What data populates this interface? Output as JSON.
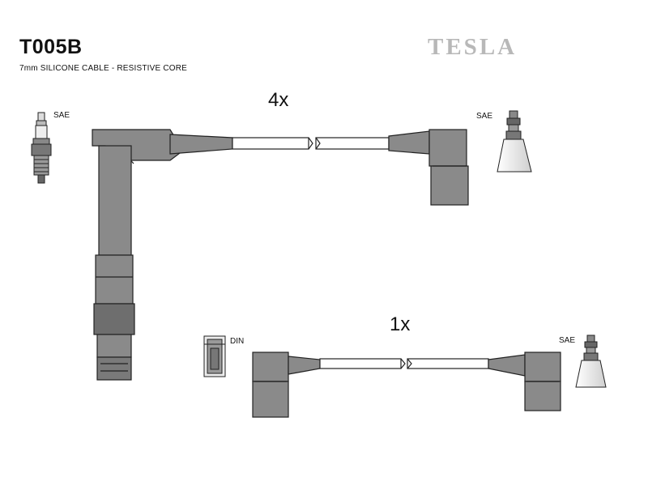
{
  "header": {
    "part_number": "T005B",
    "description": "7mm SILICONE CABLE - RESISTIVE CORE",
    "brand": "TESLA"
  },
  "quantities": {
    "top_lead": "4x",
    "bottom_lead": "1x"
  },
  "labels": {
    "spark_plug_terminal": "SAE",
    "coil_terminal_top": "SAE",
    "distributor_terminal": "DIN",
    "coil_terminal_bottom": "SAE"
  },
  "colors": {
    "boot_fill": "#8a8a8a",
    "boot_dark": "#666666",
    "outline": "#222222",
    "brand_gray": "#b8b8b8"
  }
}
